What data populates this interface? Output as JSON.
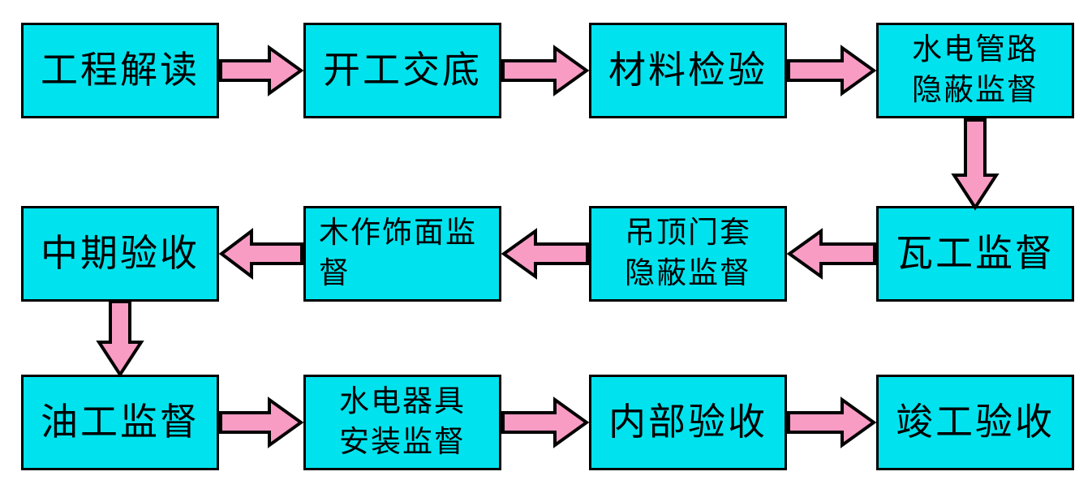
{
  "colors": {
    "box_fill": "#00E3EE",
    "box_border": "#000000",
    "arrow_fill": "#F89CC4",
    "arrow_border": "#000000",
    "background": "#FFFFFF"
  },
  "diagram": {
    "type": "flowchart",
    "nodes": [
      {
        "id": "project-interpretation",
        "label": "工程解读",
        "lines": [
          "工程解读"
        ]
      },
      {
        "id": "commencement-briefing",
        "label": "开工交底",
        "lines": [
          "开工交底"
        ]
      },
      {
        "id": "material-inspection",
        "label": "材料检验",
        "lines": [
          "材料检验"
        ]
      },
      {
        "id": "plumbing-electrical-concealed-supervision",
        "label": "水电管路隐蔽监督",
        "lines": [
          "水电管路",
          "隐蔽监督"
        ]
      },
      {
        "id": "masonry-supervision",
        "label": "瓦工监督",
        "lines": [
          "瓦工监督"
        ]
      },
      {
        "id": "ceiling-doorframe-concealed-supervision",
        "label": "吊顶门套隐蔽监督",
        "lines": [
          "吊顶门套",
          "隐蔽监督"
        ]
      },
      {
        "id": "woodwork-finish-supervision",
        "label": "木作饰面监督",
        "lines": [
          "木作饰面监",
          "督"
        ]
      },
      {
        "id": "midterm-acceptance",
        "label": "中期验收",
        "lines": [
          "中期验收"
        ]
      },
      {
        "id": "painting-supervision",
        "label": "油工监督",
        "lines": [
          "油工监督"
        ]
      },
      {
        "id": "fixture-installation-supervision",
        "label": "水电器具安装监督",
        "lines": [
          "水电器具",
          "安装监督"
        ]
      },
      {
        "id": "internal-acceptance",
        "label": "内部验收",
        "lines": [
          "内部验收"
        ]
      },
      {
        "id": "final-acceptance",
        "label": "竣工验收",
        "lines": [
          "竣工验收"
        ]
      }
    ],
    "edges": [
      {
        "from": "工程解读",
        "to": "开工交底",
        "direction": "right"
      },
      {
        "from": "开工交底",
        "to": "材料检验",
        "direction": "right"
      },
      {
        "from": "材料检验",
        "to": "水电管路隐蔽监督",
        "direction": "right"
      },
      {
        "from": "水电管路隐蔽监督",
        "to": "瓦工监督",
        "direction": "down"
      },
      {
        "from": "瓦工监督",
        "to": "吊顶门套隐蔽监督",
        "direction": "left"
      },
      {
        "from": "吊顶门套隐蔽监督",
        "to": "木作饰面监督",
        "direction": "left"
      },
      {
        "from": "木作饰面监督",
        "to": "中期验收",
        "direction": "left"
      },
      {
        "from": "中期验收",
        "to": "油工监督",
        "direction": "down"
      },
      {
        "from": "油工监督",
        "to": "水电器具安装监督",
        "direction": "right"
      },
      {
        "from": "水电器具安装监督",
        "to": "内部验收",
        "direction": "right"
      },
      {
        "from": "内部验收",
        "to": "竣工验收",
        "direction": "right"
      }
    ]
  }
}
